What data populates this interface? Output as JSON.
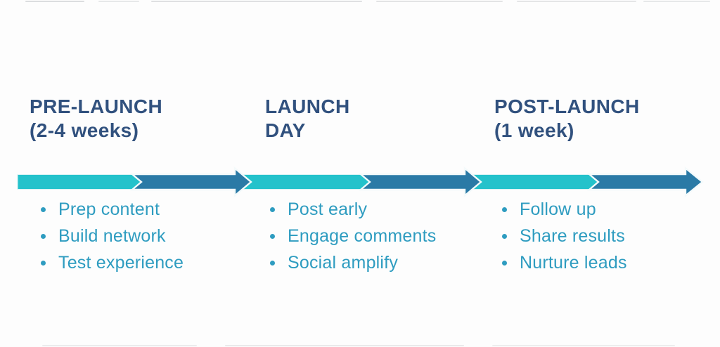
{
  "colors": {
    "background": "#fdfdfd",
    "heading": "#31517e",
    "bullet_text": "#2e9cc0",
    "teal_bar": "#24c2cb",
    "dark_arrow": "#2b7aa6",
    "arrow_outline": "#f4fafb",
    "top_artifact": "#9aa0a4"
  },
  "timeline": {
    "phases": [
      {
        "title_line1": "PRE-LAUNCH",
        "title_line2": "(2-4 weeks)",
        "items": [
          "Prep content",
          "Build network",
          "Test experience"
        ]
      },
      {
        "title_line1": "LAUNCH",
        "title_line2": "DAY",
        "items": [
          "Post early",
          "Engage comments",
          "Social amplify"
        ]
      },
      {
        "title_line1": "POST-LAUNCH",
        "title_line2": "(1 week)",
        "items": [
          "Follow up",
          "Share results",
          "Nurture leads"
        ]
      }
    ]
  }
}
